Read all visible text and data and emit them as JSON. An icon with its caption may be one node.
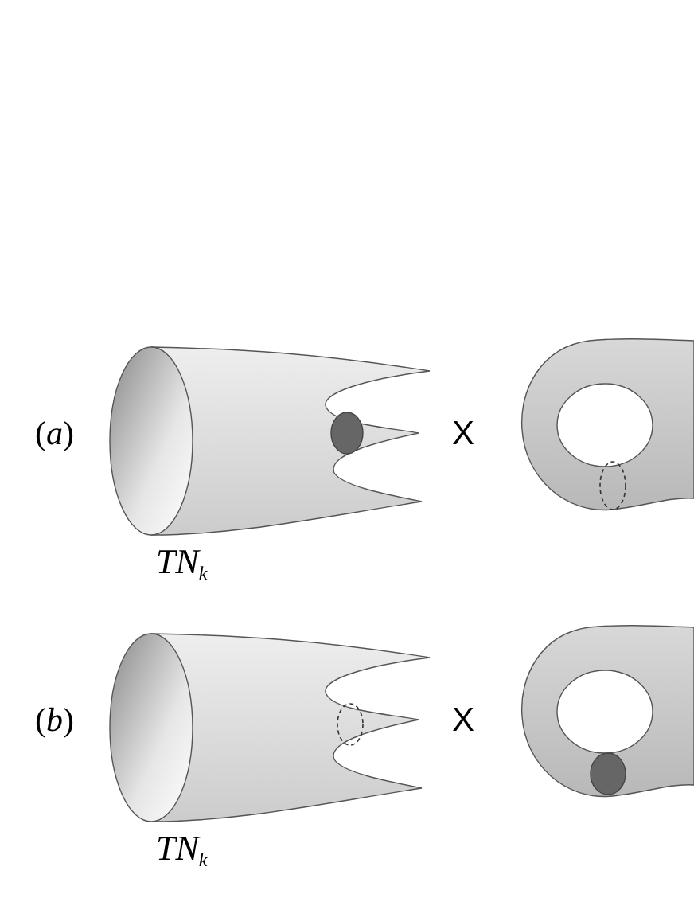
{
  "diagram": {
    "labels": [
      "(*a*)",
      "X",
      "TN$_{k}$",
      "(*b*)",
      "X",
      "TN$_{k}$"
    ]
  }
}
